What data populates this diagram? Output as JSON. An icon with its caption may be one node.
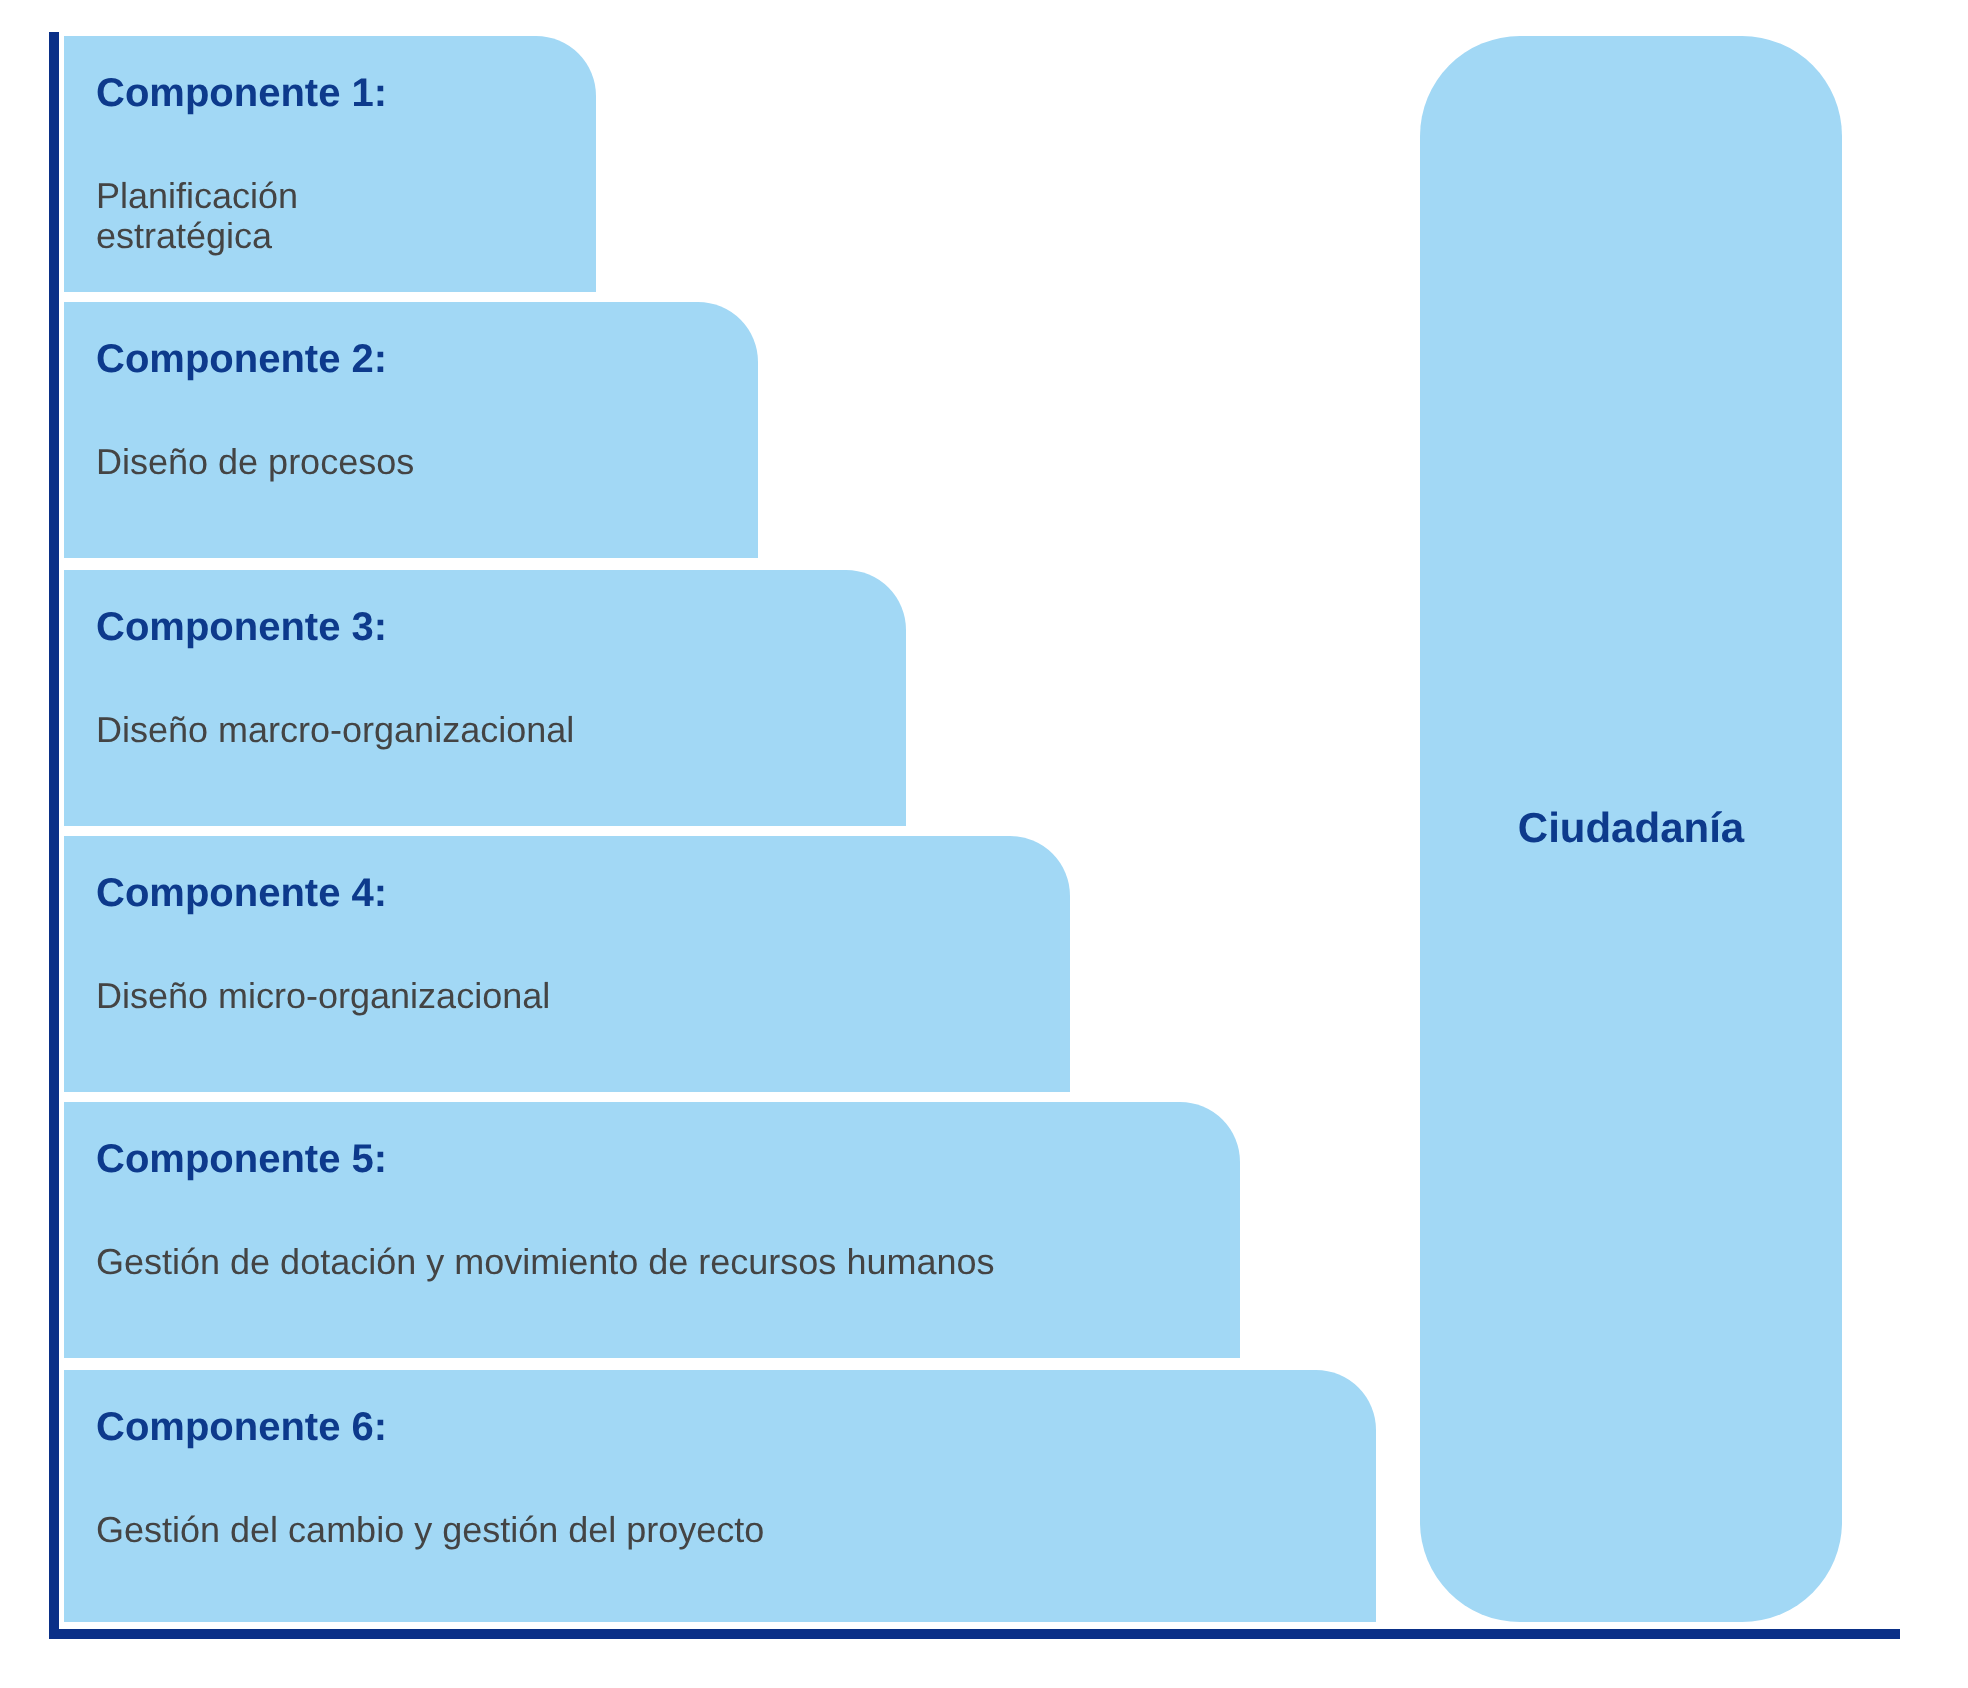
{
  "diagram": {
    "nodes": [
      {
        "text": [
          "Componente 1:",
          "Planificación estratégica"
        ]
      },
      {
        "text": [
          "Componente 2:",
          "Diseño de procesos"
        ]
      },
      {
        "text": [
          "Componente 3:",
          "Diseño marcro-organizacional"
        ]
      },
      {
        "text": [
          "Componente 4:",
          "Diseño micro-organizacional"
        ]
      },
      {
        "text": [
          "Componente 5:",
          "Gestión de dotación y movimiento de recursos humanos"
        ]
      },
      {
        "text": [
          "Componente 6:",
          "Gestión del cambio y gestión del proyecto"
        ]
      },
      {
        "text": [
          "Ciudadanía"
        ]
      }
    ]
  }
}
